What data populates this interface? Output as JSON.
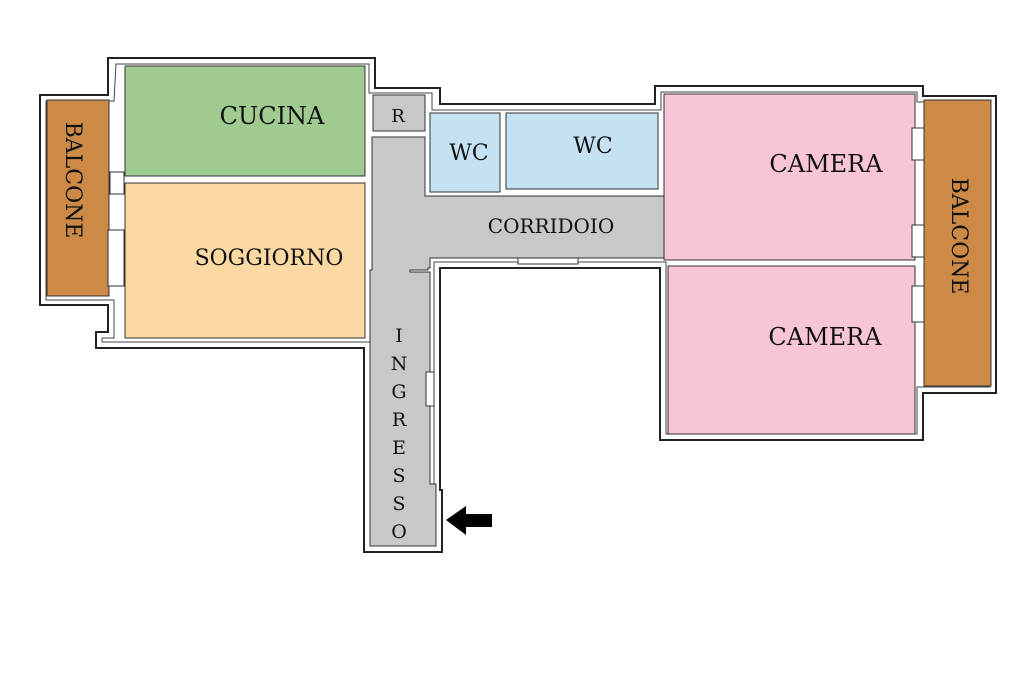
{
  "colors": {
    "balcony": "#cc8a46",
    "kitchen": "#9fca90",
    "living": "#fcd9a2",
    "bath": "#c5e2f2",
    "bedroom": "#f7c4d8",
    "circulation": "#c8c8c8",
    "wall": "#222222",
    "background": "#ffffff",
    "arrow": "#000000"
  },
  "rooms": {
    "balcony_left": "BALCONE",
    "kitchen": "CUCINA",
    "storage": "R",
    "wc_1": "WC",
    "wc_2": "WC",
    "bedroom_1": "CAMERA",
    "balcony_right": "BALCONE",
    "living": "SOGGIORNO",
    "corridor": "CORRIDOIO",
    "bedroom_2": "CAMERA",
    "entrance_letters": [
      "I",
      "N",
      "G",
      "R",
      "E",
      "S",
      "S",
      "O"
    ]
  },
  "entrance_arrow_icon": "arrow-left-icon"
}
